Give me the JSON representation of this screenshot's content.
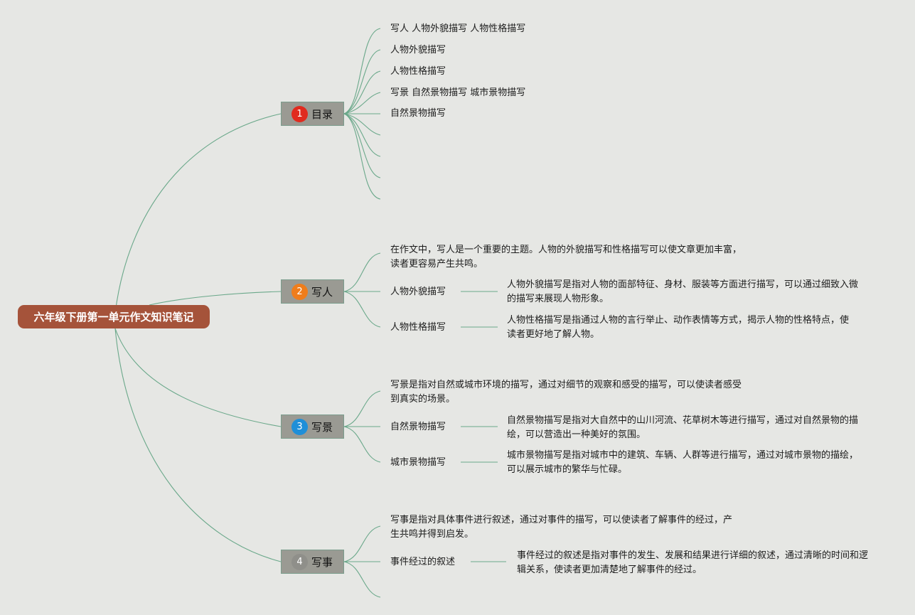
{
  "root": {
    "title": "六年级下册第一单元作文知识笔记"
  },
  "branches": [
    {
      "number": "1",
      "title": "目录",
      "color": "#e02b1f",
      "items": [
        "写人 人物外貌描写 人物性格描写",
        "人物外貌描写",
        "人物性格描写",
        "写景 自然景物描写 城市景物描写",
        "自然景物描写"
      ]
    },
    {
      "number": "2",
      "title": "写人",
      "color": "#ef7d1c",
      "intro": "在作文中，写人是一个重要的主题。人物的外貌描写和性格描写可以使文章更加丰富，读者更容易产生共鸣。",
      "subs": [
        {
          "label": "人物外貌描写",
          "desc": "人物外貌描写是指对人物的面部特征、身材、服装等方面进行描写，可以通过细致入微的描写来展现人物形象。"
        },
        {
          "label": "人物性格描写",
          "desc": "人物性格描写是指通过人物的言行举止、动作表情等方式，揭示人物的性格特点，使读者更好地了解人物。"
        }
      ]
    },
    {
      "number": "3",
      "title": "写景",
      "color": "#1f8fd8",
      "intro": "写景是指对自然或城市环境的描写，通过对细节的观察和感受的描写，可以使读者感受到真实的场景。",
      "subs": [
        {
          "label": "自然景物描写",
          "desc": "自然景物描写是指对大自然中的山川河流、花草树木等进行描写，通过对自然景物的描绘，可以营造出一种美好的氛围。"
        },
        {
          "label": "城市景物描写",
          "desc": "城市景物描写是指对城市中的建筑、车辆、人群等进行描写，通过对城市景物的描绘，可以展示城市的繁华与忙碌。"
        }
      ]
    },
    {
      "number": "4",
      "title": "写事",
      "color": "#8f8f8a",
      "intro": "写事是指对具体事件进行叙述，通过对事件的描写，可以使读者了解事件的经过，产生共鸣并得到启发。",
      "subs": [
        {
          "label": "事件经过的叙述",
          "desc": "事件经过的叙述是指对事件的发生、发展和结果进行详细的叙述，通过清晰的时间和逻辑关系，使读者更加清楚地了解事件的经过。"
        }
      ]
    }
  ]
}
